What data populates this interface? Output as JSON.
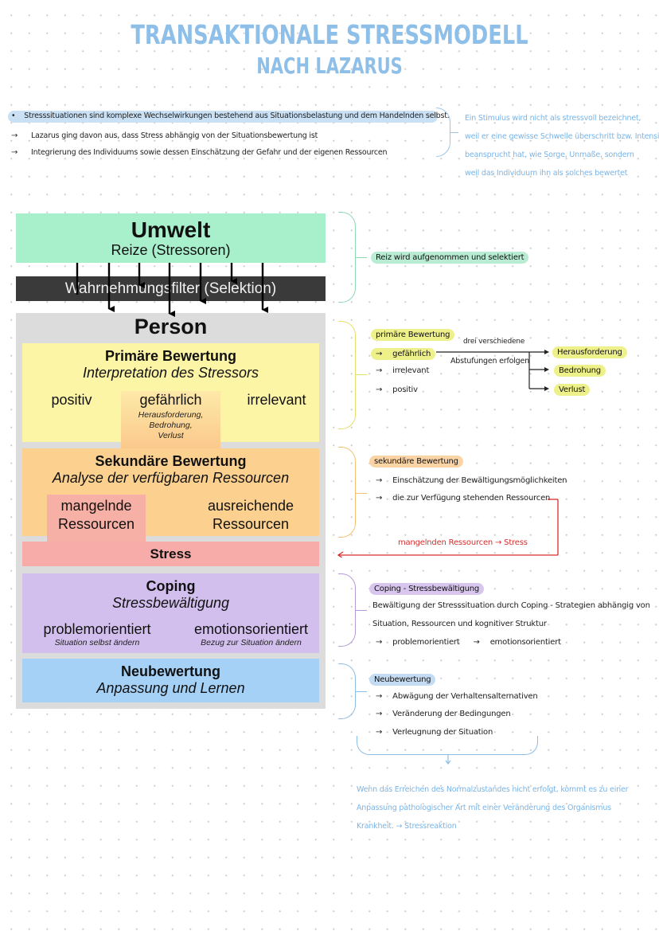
{
  "title": {
    "line1": "TRANSAKTIONALE STRESSMODELL",
    "line2": "NACH LAZARUS"
  },
  "intro": {
    "highlight": "Stresssituationen sind komplexe Wechselwirkungen bestehend aus Situationsbelastung und dem Handelnden selbst.",
    "bullets": [
      "Lazarus ging davon aus, dass Stress abhängig von der Situationsbewertung ist",
      "Integrierung des Individuums sowie dessen Einschätzung der Gefahr und der eigenen Ressourcen"
    ],
    "bullet_marker": "•",
    "arrow": "→",
    "side_note": [
      "Ein Stimulus wird nicht als stressvoll bezeichnet,",
      "weil er eine gewisse Schwelle überschritt bzw. Intensität",
      "beansprucht hat, wie Sorge, Unmaße, sondern",
      "weil das Individuum ihn als solches bewertet"
    ]
  },
  "diagram": {
    "umwelt": {
      "title": "Umwelt",
      "subtitle": "Reize (Stressoren)"
    },
    "filter": "Wahrnehmungsfilter (Selektion)",
    "person": "Person",
    "primary": {
      "title": "Primäre Bewertung",
      "subtitle": "Interpretation des Stressors",
      "options": [
        "positiv",
        "gefährlich",
        "irrelevant"
      ],
      "danger_detail": [
        "Herausforderung,",
        "Bedrohung,",
        "Verlust"
      ]
    },
    "secondary": {
      "title": "Sekundäre Bewertung",
      "subtitle": "Analyse der verfügbaren Ressourcen",
      "lacking": [
        "mangelnde",
        "Ressourcen"
      ],
      "sufficient": [
        "ausreichende",
        "Ressourcen"
      ]
    },
    "stress": "Stress",
    "coping": {
      "title": "Coping",
      "subtitle": "Stressbewältigung",
      "problem": "problemorientiert",
      "problem_sub": "Situation selbst ändern",
      "emotion": "emotionsorientiert",
      "emotion_sub": "Bezug zur Situation ändern"
    },
    "reappraisal": {
      "title": "Neubewertung",
      "subtitle": "Anpassung und Lernen"
    }
  },
  "notes": {
    "umwelt": "Reiz wird aufgenommen und selektiert",
    "primary": {
      "label": "primäre Bewertung",
      "items": [
        "gefährlich",
        "irrelevant",
        "positiv"
      ],
      "branch_top": "drei verschiedene",
      "branch_bottom": "Abstufungen erfolgen",
      "outcomes": [
        "Herausforderung",
        "Bedrohung",
        "Verlust"
      ]
    },
    "secondary": {
      "label": "sekundäre Bewertung",
      "items": [
        "Einschätzung der Bewältigungsmöglichkeiten",
        "die zur Verfügung stehenden Ressourcen"
      ],
      "conclusion": "mangelnden Ressourcen → Stress"
    },
    "coping": {
      "label": "Coping - Stressbewältigung",
      "line1": "Bewältigung der Stresssituation durch Coping - Strategien abhängig von",
      "line2": "Situation, Ressourcen und kognitiver Struktur",
      "items": [
        "problemorientiert",
        "emotionsorientiert"
      ]
    },
    "reappraisal": {
      "label": "Neubewertung",
      "items": [
        "Abwägung der Verhaltensalternativen",
        "Veränderung der Bedingungen",
        "Verleugnung der Situation"
      ]
    },
    "final": [
      "Wenn das Erreichen des Normalzustandes nicht erfolgt, kommt es zu einer",
      "Anpassung pathologischer Art mit einer Veränderung des Organismus",
      "Krankheit. → Stressreaktion"
    ]
  },
  "colors": {
    "title": "#8dbfe8",
    "umwelt": "#a8efcb",
    "filter": "#3a3a3a",
    "person": "#dcdcdc",
    "primary": "#fdf5a6",
    "secondary": "#fcd18f",
    "stress": "#f8acaa",
    "coping": "#d2bfee",
    "reappraisal": "#a6d1f6",
    "note_red": "#d32e2e"
  }
}
